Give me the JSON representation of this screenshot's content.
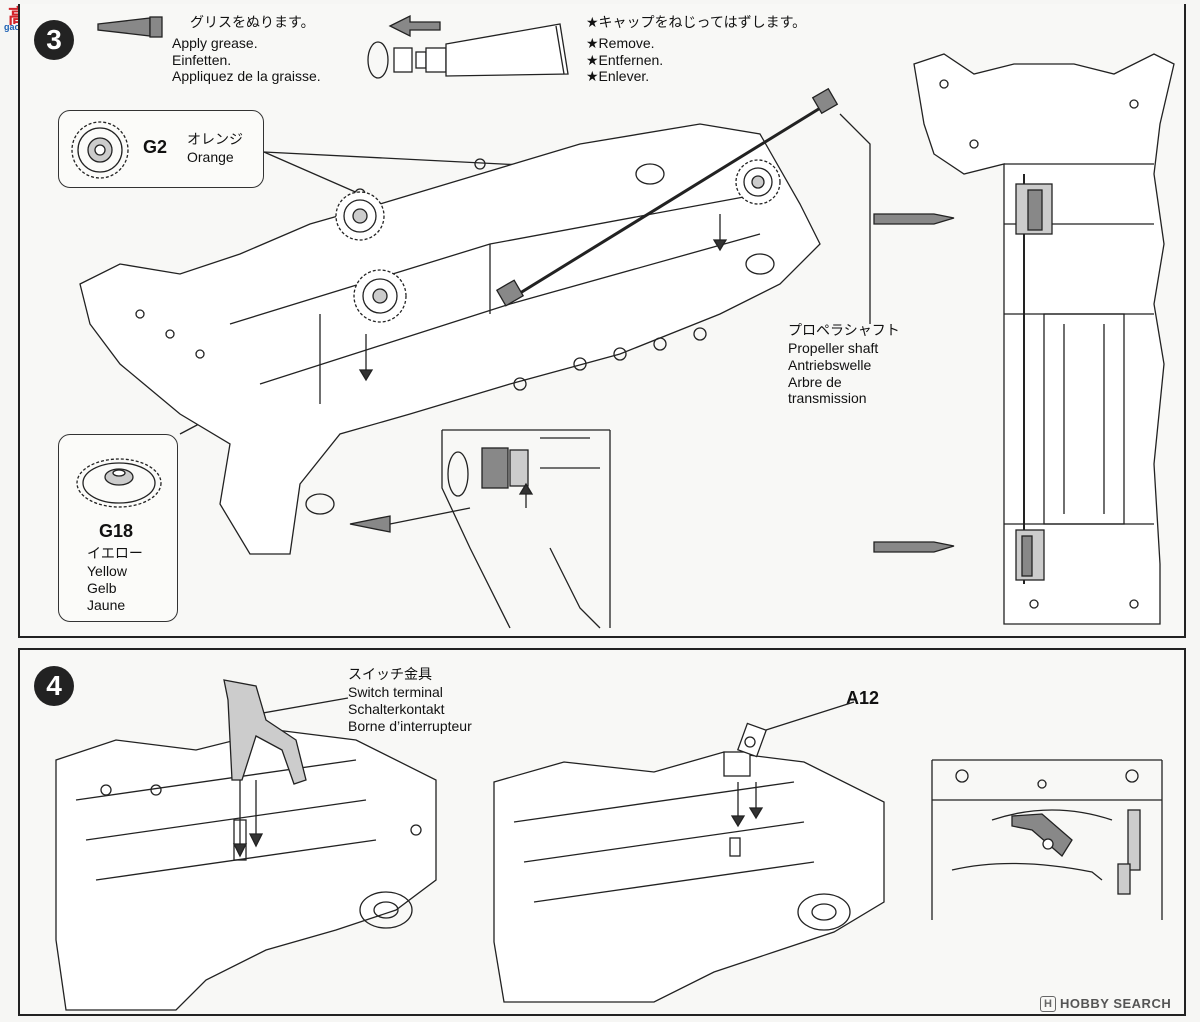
{
  "watermark_top": {
    "main": "高手",
    "site": "gao-shou.com"
  },
  "watermark_bottom": {
    "brand": "HOBBY SEARCH",
    "logo": "H"
  },
  "step3": {
    "number": "3",
    "grease": {
      "jp": "グリスをぬります。",
      "en": "Apply grease.",
      "de": "Einfetten.",
      "fr": "Appliquez de la graisse."
    },
    "remove": {
      "jp": "★キャップをねじってはずします。",
      "en": "★Remove.",
      "de": "★Entfernen.",
      "fr": "★Enlever."
    },
    "g2": {
      "code": "G2",
      "jp": "オレンジ",
      "en": "Orange"
    },
    "g18": {
      "code": "G18",
      "jp": "イエロー",
      "en": "Yellow",
      "de": "Gelb",
      "fr": "Jaune"
    },
    "shaft": {
      "jp": "プロペラシャフト",
      "en": "Propeller shaft",
      "de": "Antriebswelle",
      "fr1": "Arbre de",
      "fr2": "transmission"
    }
  },
  "step4": {
    "number": "4",
    "switch": {
      "jp": "スイッチ金具",
      "en": "Switch terminal",
      "de": "Schalterkontakt",
      "fr": "Borne d’interrupteur"
    },
    "a12": "A12"
  },
  "colors": {
    "ink": "#222222",
    "paper": "#f8f8f6",
    "watermark_red": "#d2232a",
    "watermark_blue": "#1a5fb4",
    "gray": "#888888"
  }
}
